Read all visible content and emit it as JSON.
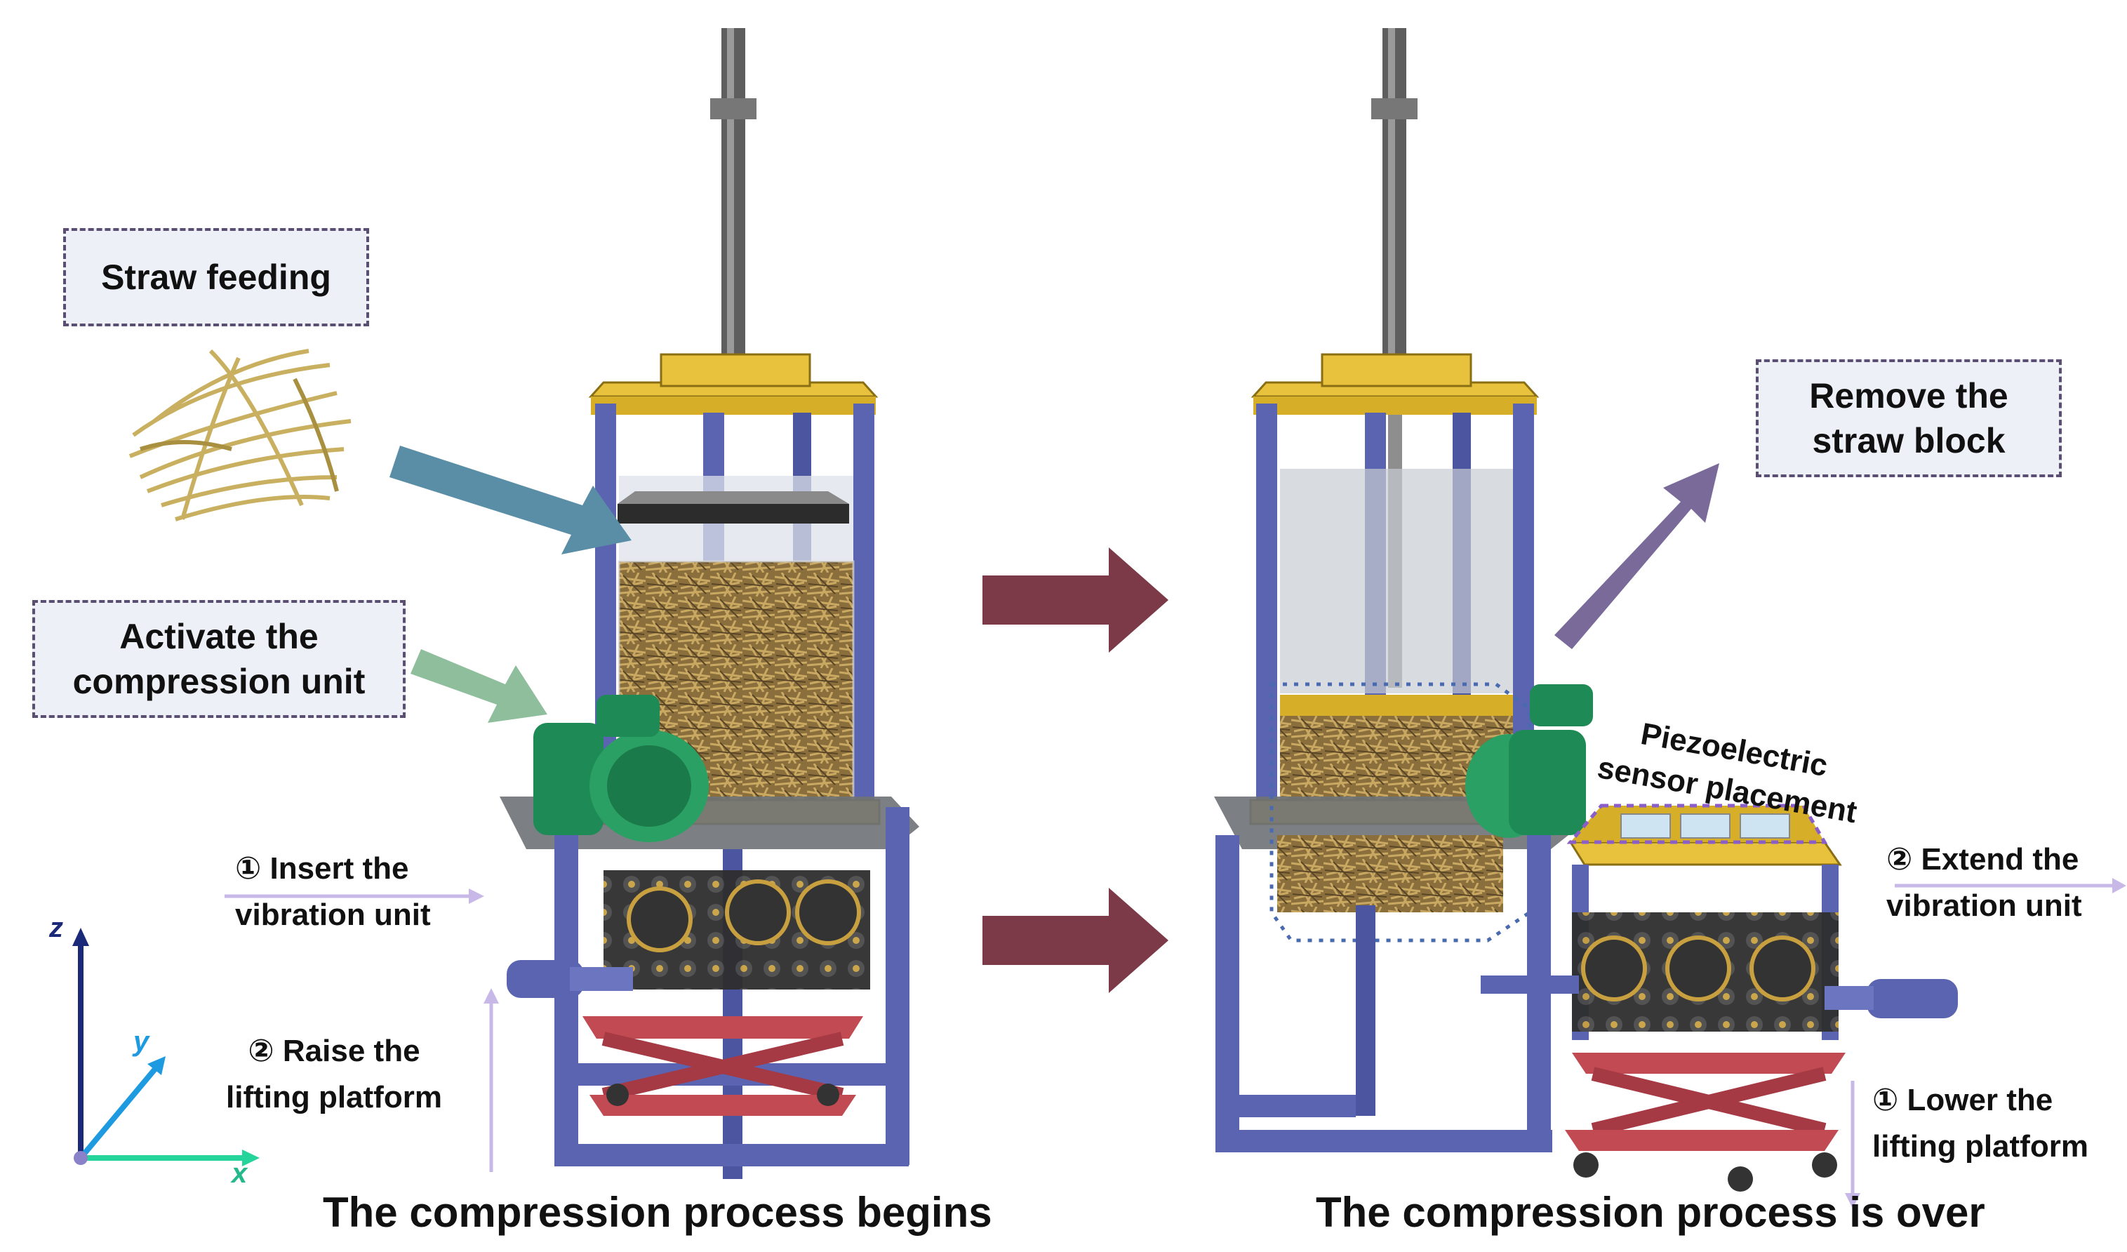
{
  "labels": {
    "straw_feeding": "Straw feeding",
    "activate_compression": "Activate the\ncompression unit",
    "insert_vibration": "①  Insert the\n    vibration unit",
    "raise_platform": "② Raise the\nlifting platform",
    "remove_block": "Remove the\nstraw block",
    "piezo_sensor": "Piezoelectric\nsensor placement",
    "extend_vibration": "② Extend the\n  vibration unit",
    "lower_platform": "① Lower the\n lifting platform"
  },
  "captions": {
    "begin": "The compression process begins",
    "over": "The compression process is over"
  },
  "axes": {
    "z": "z",
    "y": "y",
    "x": "x"
  },
  "colors": {
    "frame_blue": "#5a64b0",
    "top_yellow": "#e8c23c",
    "motor_green": "#1e8a55",
    "lift_red": "#c24a52",
    "arrow_maroon": "#7c3a48",
    "arrow_teal": "#5a8ea6",
    "arrow_green": "#8fbe9c",
    "arrow_purple": "#7a6a9a",
    "straw": "#c9b060",
    "label_bg": "#eef0f8",
    "label_border": "#5a4f72"
  }
}
